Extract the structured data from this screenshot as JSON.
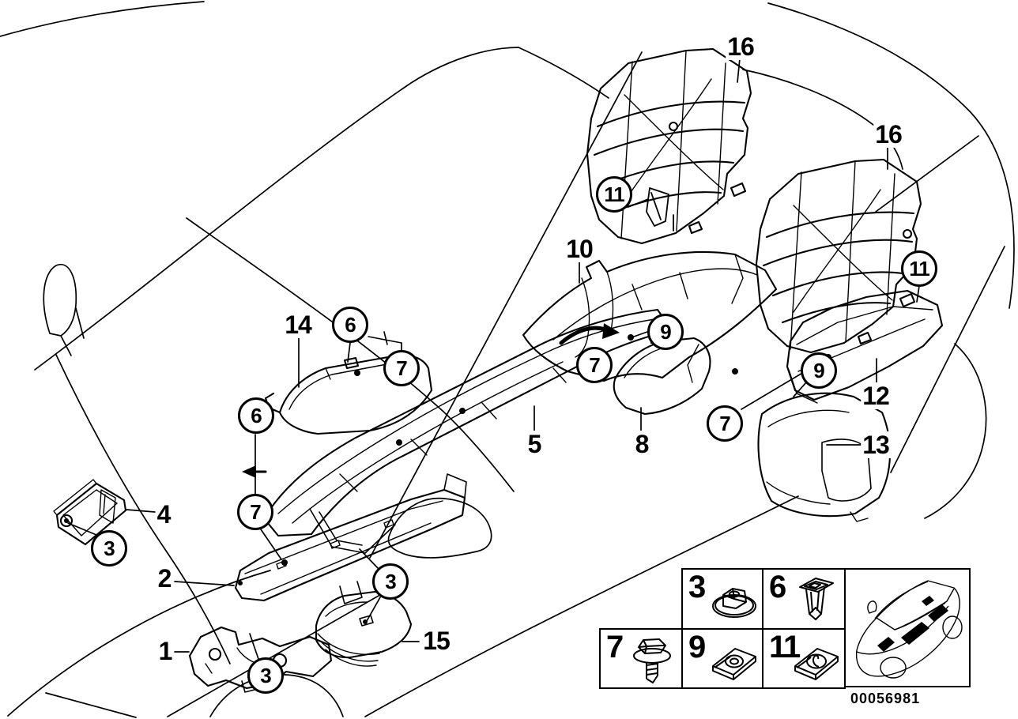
{
  "part_labels": {
    "l16a": "16",
    "l16b": "16",
    "l10": "10",
    "l14": "14",
    "l5": "5",
    "l8": "8",
    "l12": "12",
    "l13": "13",
    "l4": "4",
    "l2": "2",
    "l1": "1",
    "l15": "15"
  },
  "callouts": {
    "c11a": "11",
    "c11b": "11",
    "c6a": "6",
    "c6b": "6",
    "c7a": "7",
    "c7b": "7",
    "c7c": "7",
    "c7d": "7",
    "c9a": "9",
    "c9b": "9",
    "c3a": "3",
    "c3b": "3",
    "c3c": "3"
  },
  "legend": {
    "items": [
      {
        "number": "3",
        "icon": "hex-nut-washer-icon"
      },
      {
        "number": "6",
        "icon": "expansion-rivet-icon"
      },
      {
        "number": "7",
        "icon": "hex-screw-washer-icon"
      },
      {
        "number": "9",
        "icon": "clip-nut-icon"
      },
      {
        "number": "11",
        "icon": "clip-nut-slotted-icon"
      }
    ]
  },
  "footer": {
    "document_number": "00056981"
  },
  "colors": {
    "ink": "#000000",
    "paper": "#ffffff"
  }
}
